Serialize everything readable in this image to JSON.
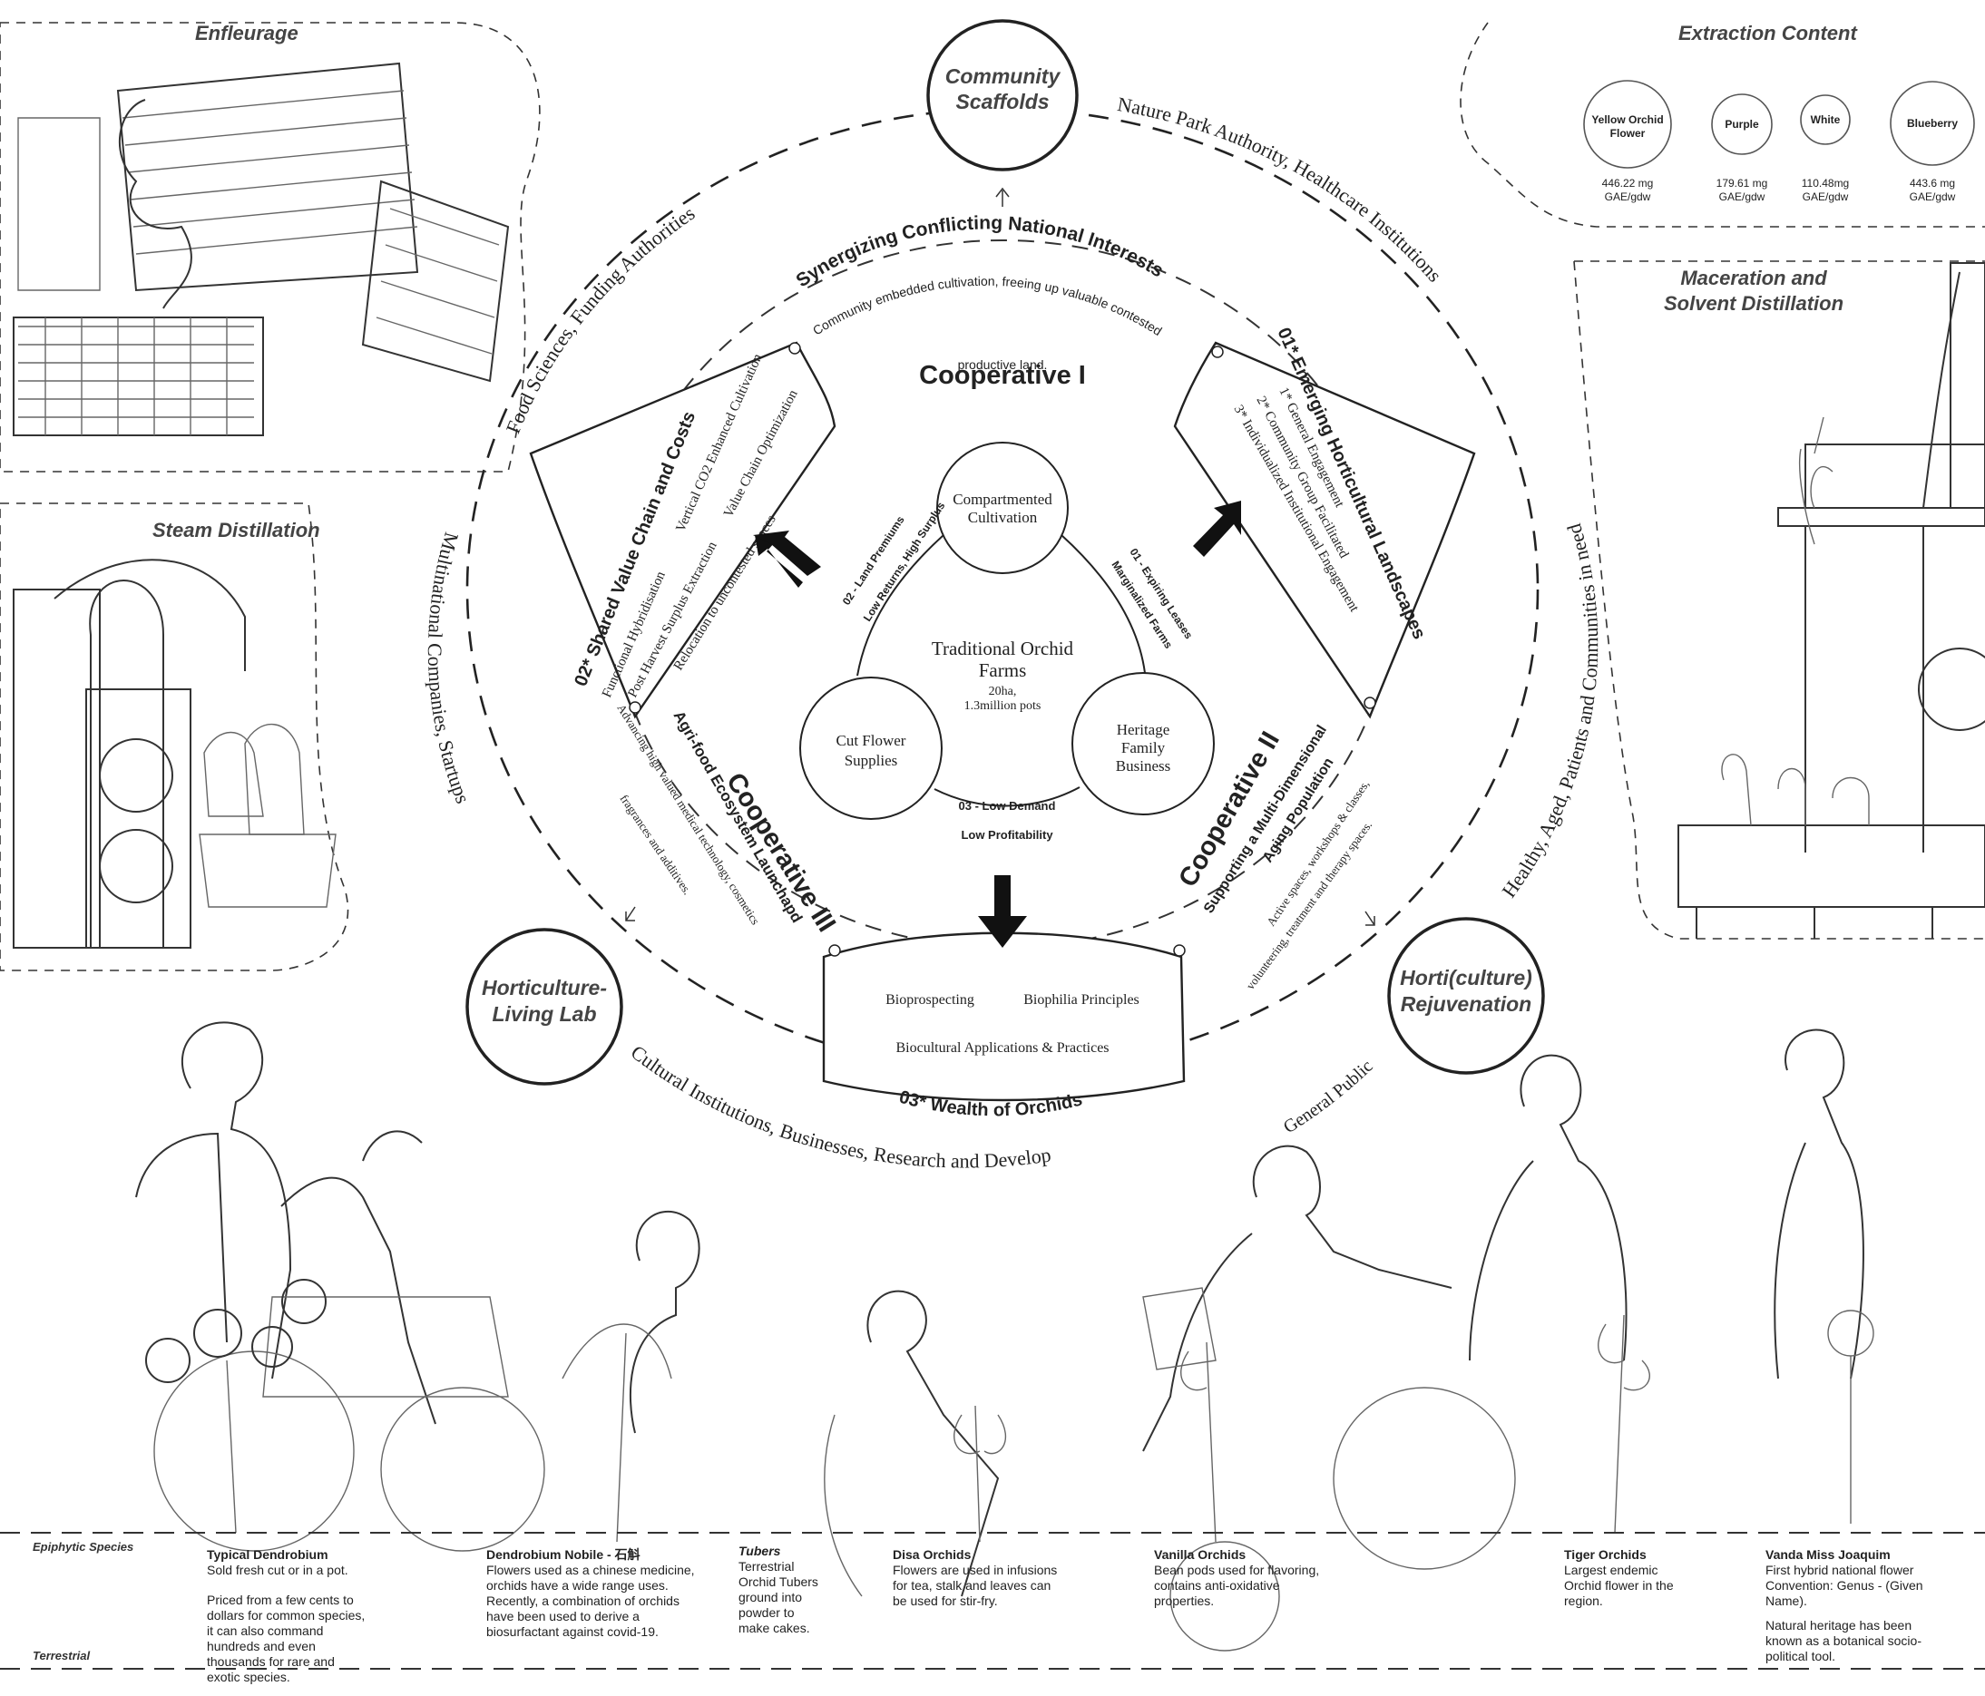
{
  "panels": {
    "enfleurage": "Enfleurage",
    "steam": "Steam Distillation",
    "extraction": "Extraction Content",
    "maceration_line1": "Maceration and",
    "maceration_line2": "Solvent Distillation"
  },
  "extraction_items": [
    {
      "name_line1": "Yellow Orchid",
      "name_line2": "Flower",
      "value_line1": "446.22 mg",
      "value_line2": "GAE/gdw"
    },
    {
      "name_line1": "Purple",
      "name_line2": "",
      "value_line1": "179.61 mg",
      "value_line2": "GAE/gdw"
    },
    {
      "name_line1": "White",
      "name_line2": "",
      "value_line1": "110.48mg",
      "value_line2": "GAE/gdw"
    },
    {
      "name_line1": "Blueberry",
      "name_line2": "",
      "value_line1": "443.6 mg",
      "value_line2": "GAE/gdw"
    }
  ],
  "nodes": {
    "community_line1": "Community",
    "community_line2": "Scaffolds",
    "living_lab_line1": "Horticulture-",
    "living_lab_line2": "Living Lab",
    "rejuvenation_line1": "Horti(culture)",
    "rejuvenation_line2": "Rejuvenation"
  },
  "stakeholders": {
    "top_left": "Food Sciences, Funding Authorities",
    "top_right": "Nature Park Authority, Healthcare Institutions",
    "right": "Healthy, Aged, Patients and Communities in need",
    "left": "Multinational Companies, Startups",
    "bottom": "Cultural Institutions, Businesses, Research and Development,",
    "bottom_right": "General Public"
  },
  "synergy": {
    "title": "Synergizing Conflicting National Interests",
    "subtitle_line1": "Community embedded cultivation, freeing up valuable contested",
    "subtitle_line2": "productive land."
  },
  "cooperatives": {
    "one": "Cooperative I",
    "two": "Cooperative II",
    "three": "Cooperative III"
  },
  "card_left": {
    "title": "02* Shared Value Chain and Costs",
    "items": [
      "Functional Hybridisation",
      "Vertical CO2 Enhanced Cultivation",
      "Post Harvest Surplus Extraction",
      "Value Chain Optimization",
      "Relocation to uncontested spaces"
    ]
  },
  "card_right": {
    "title": "01* Emerging Horticultural Landscapes",
    "items": [
      "1* General Engagement",
      "2* Community Group Facilitated",
      "3* Individualized Institutional Engagement"
    ]
  },
  "card_bottom": {
    "title": "03* Wealth of Orchids",
    "items": [
      "Bioprospecting",
      "Biophilia Principles",
      "Biocultural Applications & Practices"
    ]
  },
  "agrifood": {
    "title": "Agri-food Ecosystem Launchapd",
    "line1": "Advancing high valued medical technology, cosmetics",
    "line2": "fragrances and additives."
  },
  "multidim": {
    "title": "Supporting a Multi-Dimensional",
    "title2": "Aging Population",
    "line1": "Active spaces, workshops & classes,",
    "line2": "volunteering, treatment and therapy spaces."
  },
  "center": {
    "title_line1": "Traditional Orchid",
    "title_line2": "Farms",
    "stat_line1": "20ha,",
    "stat_line2": "1.3million pots",
    "circle_top_line1": "Compartmented",
    "circle_top_line2": "Cultivation",
    "circle_left_line1": "Cut Flower",
    "circle_left_line2": "Supplies",
    "circle_right_line1": "Heritage",
    "circle_right_line2": "Family",
    "circle_right_line3": "Business",
    "link_left_a": "02 - Land Premiums",
    "link_left_b": "Low Returns, High Surplus",
    "link_right_a": "01 - Expiring Leases",
    "link_right_b": "Marginalized Farms",
    "link_bottom_a": "03 - Low Demand",
    "link_bottom_b": "Low Profitability"
  },
  "ground": {
    "epiphytic": "Epiphytic Species",
    "terrestrial": "Terrestrial"
  },
  "species": [
    {
      "title": "Typical Dendrobium",
      "text": "Sold fresh cut or in a pot.",
      "text2": "Priced from a few cents to dollars for common species, it can also command hundreds and even thousands for rare and exotic species."
    },
    {
      "title": "Dendrobium Nobile - 石斛",
      "text": "Flowers used as a chinese medicine, orchids have a wide range uses. Recently, a combination of orchids have been used to derive a biosurfactant against covid-19.",
      "text2": ""
    },
    {
      "title": "Tubers",
      "text": "Terrestrial Orchid Tubers ground into powder to make cakes.",
      "text2": ""
    },
    {
      "title": "Disa Orchids",
      "text": "Flowers are used in infusions for tea, stalk and leaves can be used for stir-fry.",
      "text2": ""
    },
    {
      "title": "Vanilla Orchids",
      "text": "Bean pods used for flavoring, contains anti-oxidative properties.",
      "text2": ""
    },
    {
      "title": "Tiger Orchids",
      "text": "Largest endemic Orchid flower in the region.",
      "text2": ""
    },
    {
      "title": "Vanda Miss Joaquim",
      "text": "First hybrid national flower Convention: Genus - (Given Name).",
      "text2": "Natural heritage has been known as a botanical socio-political tool."
    }
  ]
}
